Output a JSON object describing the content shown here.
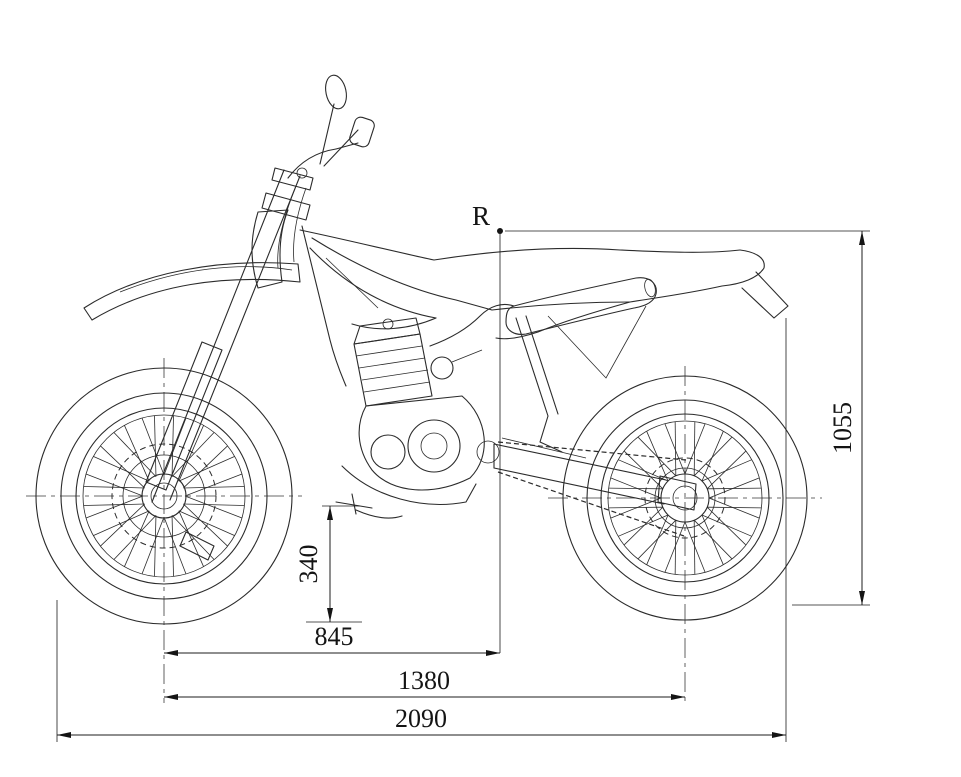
{
  "drawing": {
    "reference_label": "R",
    "dims": {
      "overall_length": "2090",
      "wheelbase": "1380",
      "front_axle_to_reference": "845",
      "footpeg_height": "340",
      "seat_height": "1055"
    }
  },
  "colors": {
    "background": "#ffffff",
    "line": "#2b2b2b",
    "dimension_text": "#141414"
  }
}
